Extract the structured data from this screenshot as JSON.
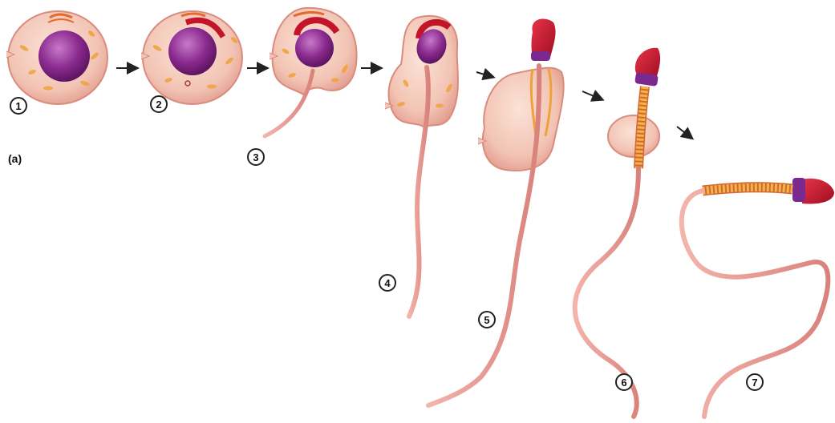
{
  "figure": {
    "panel_label": "(a)",
    "stages": [
      {
        "number": "1"
      },
      {
        "number": "2"
      },
      {
        "number": "3"
      },
      {
        "number": "4"
      },
      {
        "number": "5"
      },
      {
        "number": "6"
      },
      {
        "number": "7"
      }
    ],
    "colors": {
      "cytoplasm": "#f2c4b4",
      "cell_edge": "#d98c7e",
      "nucleus": "#8a2a8e",
      "acrosome": "#c4142a",
      "mitochondria": "#f0a23a",
      "tail": "#e6948e",
      "arrow": "#222222"
    }
  }
}
